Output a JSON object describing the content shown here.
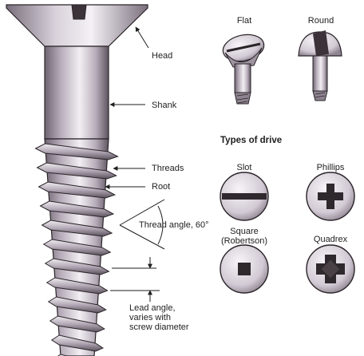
{
  "labels": {
    "head": "Head",
    "shank": "Shank",
    "threads": "Threads",
    "root": "Root",
    "thread_angle": "Thread angle, 60°",
    "lead_angle": "Lead angle,\nvaries with\nscrew diameter"
  },
  "head_types": {
    "flat": "Flat",
    "round": "Round"
  },
  "drive_types": {
    "title": "Types of drive",
    "slot": "Slot",
    "phillips": "Phillips",
    "square": "Square\n(Robertson)",
    "quadrex": "Quadrex"
  },
  "colors": {
    "metal_light": "#e8e2ea",
    "metal_mid": "#b7adba",
    "metal_dark": "#6f6572",
    "outline": "#2a2428",
    "text": "#1e1e1e"
  }
}
